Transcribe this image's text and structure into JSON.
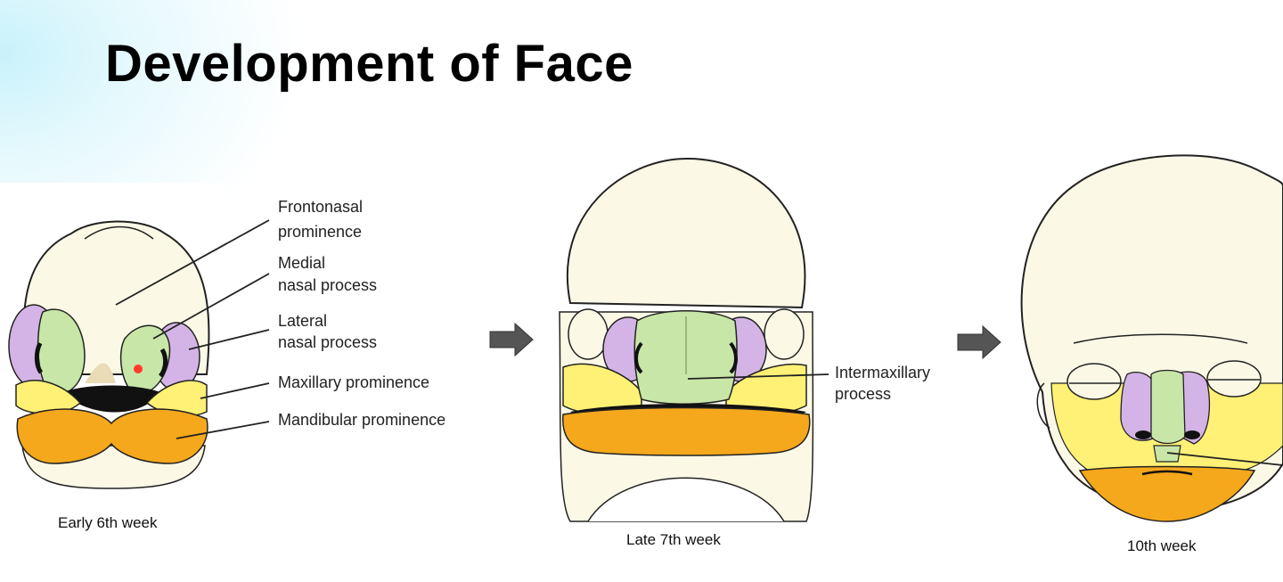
{
  "title": "Development of Face",
  "stages": [
    {
      "caption": "Early 6th week",
      "labels": [
        [
          "Frontonasal",
          "prominence"
        ],
        [
          "Medial",
          "nasal process"
        ],
        [
          "Lateral",
          "nasal process"
        ],
        [
          "Maxillary prominence"
        ],
        [
          "Mandibular prominence"
        ]
      ]
    },
    {
      "caption": "Late 7th week",
      "labels": [
        [
          "Intermaxillary",
          "process"
        ]
      ]
    },
    {
      "caption": "10th week",
      "labels": []
    }
  ],
  "colors": {
    "skin": "#fbf9e6",
    "outline": "#222222",
    "medial_nasal": "#c8e6a8",
    "lateral_nasal": "#d4b4e6",
    "maxillary": "#fff176",
    "mandibular": "#f5a81c",
    "arrow": "#555555"
  }
}
